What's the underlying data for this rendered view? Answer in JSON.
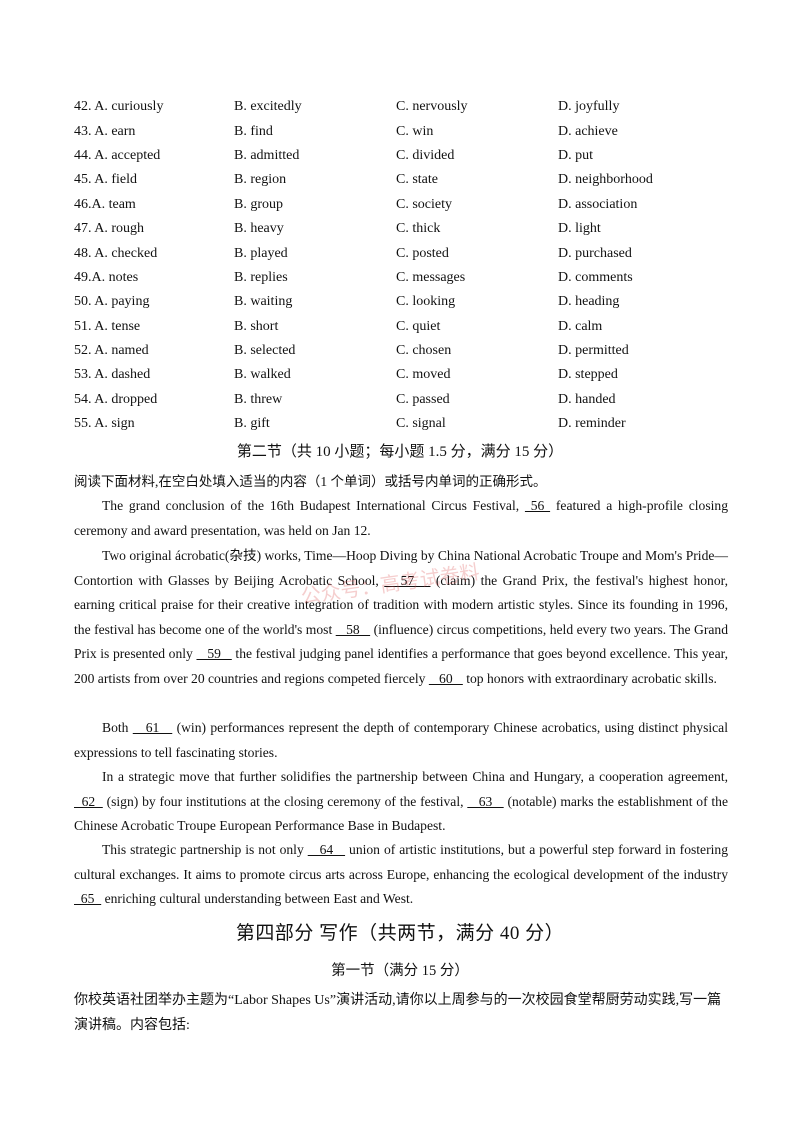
{
  "options": [
    [
      "42. A. curiously",
      "B. excitedly",
      "C. nervously",
      "D. joyfully"
    ],
    [
      "43. A. earn",
      "B. find",
      "C. win",
      "D. achieve"
    ],
    [
      "44. A. accepted",
      "B. admitted",
      "C. divided",
      "D. put"
    ],
    [
      "45. A. field",
      "B. region",
      "C. state",
      "D. neighborhood"
    ],
    [
      "46.A. team",
      "B. group",
      "C. society",
      "D. association"
    ],
    [
      "47. A. rough",
      "B. heavy",
      "C. thick",
      "D. light"
    ],
    [
      "48. A. checked",
      "B. played",
      "C. posted",
      "D. purchased"
    ],
    [
      "49.A. notes",
      "B. replies",
      "C. messages",
      "D. comments"
    ],
    [
      "50. A. paying",
      "B. waiting",
      "C. looking",
      "D. heading"
    ],
    [
      "51. A. tense",
      "B. short",
      "C. quiet",
      "D. calm"
    ],
    [
      "52. A. named",
      "B. selected",
      "C. chosen",
      "D. permitted"
    ],
    [
      "53. A. dashed",
      "B. walked",
      "C. moved",
      "D. stepped"
    ],
    [
      "54. A. dropped",
      "B. threw",
      "C. passed",
      "D. handed"
    ],
    [
      "55. A. sign",
      "B. gift",
      "C. signal",
      "D. reminder"
    ]
  ],
  "section2": {
    "title": "第二节（共 10 小题；每小题 1.5 分，满分 15 分）",
    "instruction": "阅读下面材料,在空白处填入适当的内容（1 个单词）或括号内单词的正确形式。"
  },
  "passage": {
    "p1": {
      "a": "The grand conclusion of the 16th Budapest International Circus Festival, ",
      "b56": " 56 ",
      "c": " featured a high-profile closing ceremony and award presentation, was held on Jan 12."
    },
    "p2": {
      "a": "Two original ácrobatic(杂技) works, Time—Hoop Diving by China National Acrobatic Troupe and Mom's Pride—Contortion with Glasses by Beijing Acrobatic School, ",
      "b57": "   57   ",
      "c": " (claim) the Grand Prix, the festival's highest honor, earning critical praise for their creative integration of tradition with modern artistic styles. Since its founding in 1996, the festival has become one of the world's most ",
      "b58": "   58   ",
      "d": " (influence) circus competitions, held every two years. The Grand Prix is presented only ",
      "b59": "   59   ",
      "e": " the festival judging panel identifies a performance that goes beyond excellence. This year, 200 artists from over 20 countries and regions competed fiercely ",
      "b60": "   60   ",
      "f": " top honors with extraordinary acrobatic skills."
    },
    "p3": {
      "a": "Both ",
      "b61": "   61   ",
      "c": " (win) performances represent the depth of contemporary Chinese acrobatics, using distinct physical expressions to tell fascinating stories."
    },
    "p4": {
      "a": "In a strategic move that further solidifies the partnership between China and Hungary, a cooperation agreement, ",
      "b62": "  62  ",
      "c": " (sign) by four institutions at the closing ceremony of the festival, ",
      "b63": "   63   ",
      "d": " (notable) marks the establishment of the Chinese Acrobatic Troupe European Performance Base in Budapest."
    },
    "p5": {
      "a": "This strategic partnership is not only ",
      "b64": "   64   ",
      "c": " union of artistic institutions, but a powerful step forward in fostering cultural exchanges. It aims to promote circus arts across Europe, enhancing the ecological development of the industry ",
      "b65": "  65  ",
      "d": " enriching cultural understanding between East and West."
    }
  },
  "part4": {
    "title": "第四部分 写作（共两节，满分 40 分）",
    "section1_title": "第一节（满分 15 分）",
    "task": "你校英语社团举办主题为“Labor Shapes Us”演讲活动,请你以上周参与的一次校园食堂帮厨劳动实践,写一篇演讲稿。内容包括:"
  },
  "watermark": "公众号：高考试卷料"
}
